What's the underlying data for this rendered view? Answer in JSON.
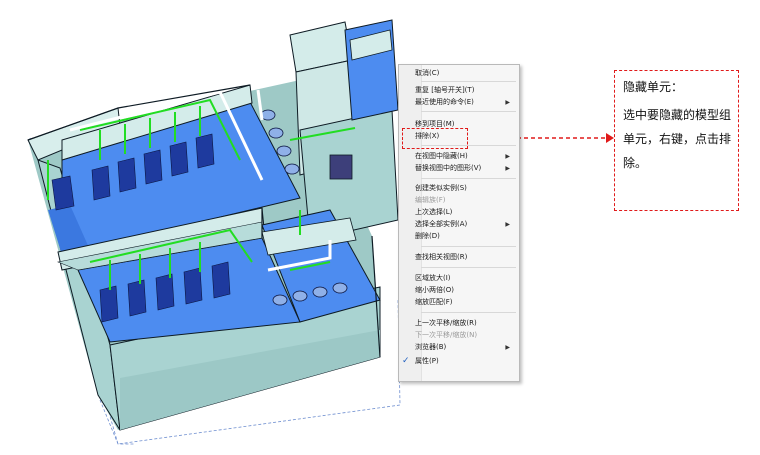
{
  "context_menu": {
    "items": [
      {
        "label": "取消(C)",
        "disabled": false,
        "submenu": false
      },
      {
        "label": "重复 [轴号开关](T)",
        "disabled": false,
        "submenu": false
      },
      {
        "label": "最近使用的命令(E)",
        "disabled": false,
        "submenu": true
      },
      {
        "label": "移到项目(M)",
        "disabled": false,
        "submenu": false
      },
      {
        "label": "排除(X)",
        "disabled": false,
        "submenu": false
      },
      {
        "label": "在视图中隐藏(H)",
        "disabled": false,
        "submenu": true
      },
      {
        "label": "替换视图中的图形(V)",
        "disabled": false,
        "submenu": true
      },
      {
        "label": "创建类似实例(S)",
        "disabled": false,
        "submenu": false
      },
      {
        "label": "编辑族(F)",
        "disabled": true,
        "submenu": false
      },
      {
        "label": "上次选择(L)",
        "disabled": false,
        "submenu": false
      },
      {
        "label": "选择全部实例(A)",
        "disabled": false,
        "submenu": true
      },
      {
        "label": "删除(D)",
        "disabled": false,
        "submenu": false
      },
      {
        "label": "查找相关视图(R)",
        "disabled": false,
        "submenu": false
      },
      {
        "label": "区域放大(I)",
        "disabled": false,
        "submenu": false
      },
      {
        "label": "缩小两倍(O)",
        "disabled": false,
        "submenu": false
      },
      {
        "label": "缩放匹配(F)",
        "disabled": false,
        "submenu": false
      },
      {
        "label": "上一次平移/缩放(R)",
        "disabled": false,
        "submenu": false
      },
      {
        "label": "下一次平移/缩放(N)",
        "disabled": true,
        "submenu": false
      },
      {
        "label": "浏览器(B)",
        "disabled": false,
        "submenu": true
      },
      {
        "label": "属性(P)",
        "disabled": false,
        "submenu": false,
        "checked": true
      }
    ]
  },
  "annotation": {
    "title": "隐藏单元：",
    "body": "选中要隐藏的模型组单元，右键，点击排除。"
  },
  "colors": {
    "wall": "#a9d3d1",
    "floor": "#4d8cf0",
    "pipe": "#22dd22",
    "fixture": "#1e3a9e",
    "annotation": "#e01a1a"
  }
}
